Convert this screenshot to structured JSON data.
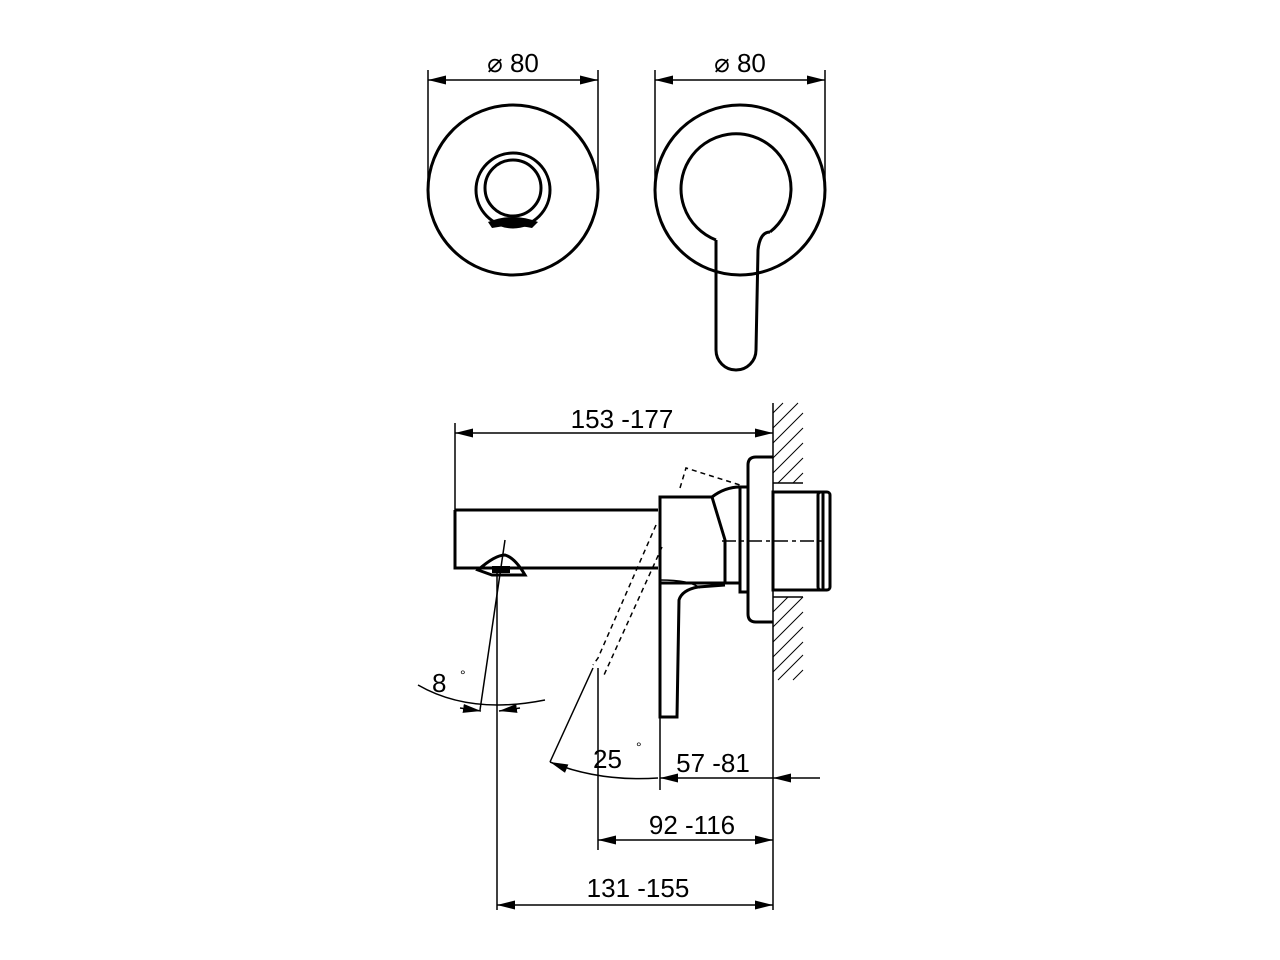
{
  "front_view_left": {
    "diameter_label": "⌀ 80"
  },
  "front_view_right": {
    "diameter_label": "⌀ 80"
  },
  "side_view": {
    "spout_length_label": "153  -177",
    "spout_angle_label": "8",
    "spout_angle_unit": "°",
    "lever_angle_label": "25",
    "lever_angle_unit": "°",
    "lever_offset_label": "57  -81",
    "lever_tip_offset_label": "92  -116",
    "outlet_offset_label": "131  -155"
  }
}
